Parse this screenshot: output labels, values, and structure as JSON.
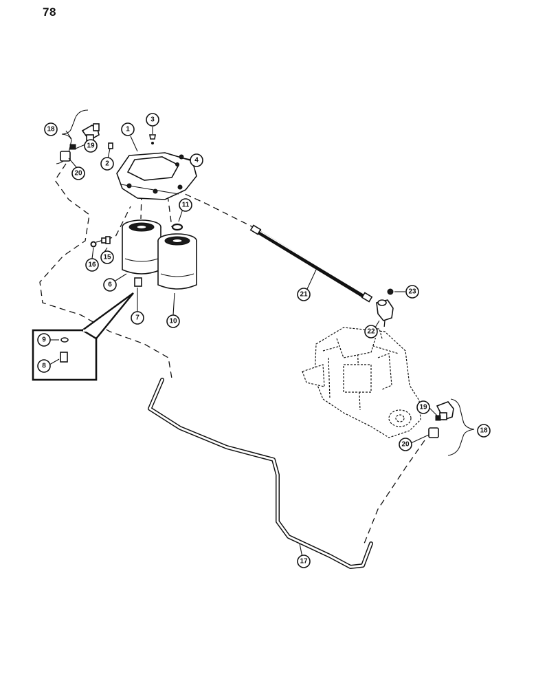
{
  "page_number": "78",
  "callouts": {
    "c1": "1",
    "c2": "2",
    "c3": "3",
    "c4": "4",
    "c6": "6",
    "c7": "7",
    "c8": "8",
    "c9": "9",
    "c10": "10",
    "c11": "11",
    "c15": "15",
    "c16": "16",
    "c17": "17",
    "c18_left": "18",
    "c18_right": "18",
    "c19_left": "19",
    "c19_right": "19",
    "c20_left": "20",
    "c20_right": "20",
    "c21": "21",
    "c22": "22",
    "c23": "23"
  }
}
